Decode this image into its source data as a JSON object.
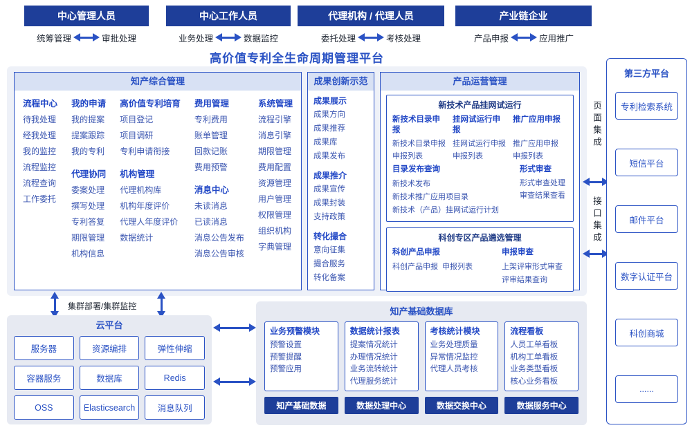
{
  "colors": {
    "navy": "#1e3e99",
    "accent": "#2a52c4"
  },
  "title": "高价值专利全生命周期管理平台",
  "roles": [
    {
      "name": "中心管理人员",
      "left": "统筹管理",
      "right": "审批处理"
    },
    {
      "name": "中心工作人员",
      "left": "业务处理",
      "right": "数据监控"
    },
    {
      "name": "代理机构 / 代理人员",
      "left": "委托处理",
      "right": "考核处理"
    },
    {
      "name": "产业链企业",
      "left": "产品申报",
      "right": "应用推广"
    }
  ],
  "ipm": {
    "title": "知产综合管理",
    "cols": [
      {
        "groups": [
          {
            "h": "流程中心",
            "items": [
              "待我处理",
              "经我处理",
              "我的监控",
              "流程监控",
              "流程查询",
              "工作委托"
            ]
          }
        ]
      },
      {
        "groups": [
          {
            "h": "我的申请",
            "items": [
              "我的提案",
              "提案跟踪",
              "我的专利"
            ]
          },
          {
            "h": "代理协同",
            "items": [
              "委案处理",
              "撰写处理",
              "专利答复",
              "期限管理",
              "机构信息"
            ]
          }
        ]
      },
      {
        "groups": [
          {
            "h": "高价值专利培育",
            "items": [
              "项目登记",
              "项目调研",
              "专利申请衔接"
            ]
          },
          {
            "h": "机构管理",
            "items": [
              "代理机构库",
              "机构年度评价",
              "代理人年度评价",
              "数据统计"
            ]
          }
        ]
      },
      {
        "groups": [
          {
            "h": "费用管理",
            "items": [
              "专利费用",
              "账单管理",
              "回款记账",
              "费用预警"
            ]
          },
          {
            "h": "消息中心",
            "items": [
              "未读消息",
              "已读消息",
              "消息公告发布",
              "消息公告审核"
            ]
          }
        ]
      },
      {
        "groups": [
          {
            "h": "系统管理",
            "items": [
              "流程引擎",
              "消息引擎",
              "期限管理",
              "费用配置",
              "资源管理",
              "用户管理",
              "权限管理",
              "组织机构",
              "字典管理"
            ]
          }
        ]
      }
    ]
  },
  "ach": {
    "title": "成果创新示范",
    "groups": [
      {
        "h": "成果展示",
        "items": [
          "成果方向",
          "成果推荐",
          "成果库",
          "成果发布"
        ]
      },
      {
        "h": "成果推介",
        "items": [
          "成果宣传",
          "成果封装",
          "支持政策"
        ]
      },
      {
        "h": "转化撮合",
        "items": [
          "意向征集",
          "撮合服务",
          "转化备案"
        ]
      }
    ]
  },
  "ops": {
    "title": "产品运营管理",
    "panel1": {
      "title": "新技术产品挂网试运行",
      "row1": [
        {
          "h": "新技术目录申报",
          "items": [
            "新技术目录申报",
            "申报列表"
          ]
        },
        {
          "h": "挂网试运行申报",
          "items": [
            "挂网试运行申报",
            "申报列表"
          ]
        },
        {
          "h": "推广应用申报",
          "items": [
            "推广应用申报",
            "申报列表"
          ]
        }
      ],
      "row2": [
        {
          "h": "目录发布查询",
          "items": [
            "新技术发布",
            "新技术推广应用项目录",
            "新技术（产品）挂网试运行计划"
          ]
        },
        {
          "h": "形式审查",
          "items": [
            "形式审查处理",
            "审查结果查看"
          ]
        }
      ]
    },
    "panel2": {
      "title": "科创专区产品遴选管理",
      "cols": [
        {
          "h": "科创产品申报",
          "items": [
            "科创产品申报",
            "申报列表"
          ]
        },
        {
          "h": "申报审查",
          "items": [
            "上架评审形式审查",
            "评审结果查询"
          ]
        }
      ]
    }
  },
  "tp": {
    "title": "第三方平台",
    "items": [
      "专利检索系统",
      "短信平台",
      "邮件平台",
      "数字认证平台",
      "科创商城",
      "......"
    ]
  },
  "integration": {
    "page": "页面集成",
    "api": "接口集成"
  },
  "cluster": "集群部署/集群监控",
  "cloud": {
    "title": "云平台",
    "items": [
      "服务器",
      "资源编排",
      "弹性伸缩",
      "容器服务",
      "数据库",
      "Redis",
      "OSS",
      "Elasticsearch",
      "消息队列"
    ]
  },
  "db": {
    "title": "知产基础数据库",
    "cols": [
      {
        "h": "业务预警模块",
        "items": [
          "预警设置",
          "预警提醒",
          "预警应用"
        ]
      },
      {
        "h": "数据统计报表",
        "items": [
          "提案情况统计",
          "办理情况统计",
          "业务流转统计",
          "代理服务统计"
        ]
      },
      {
        "h": "考核统计模块",
        "items": [
          "业务处理质量",
          "异常情况监控",
          "代理人员考核"
        ]
      },
      {
        "h": "流程看板",
        "items": [
          "人员工单看板",
          "机构工单看板",
          "业务类型看板",
          "核心业务看板"
        ]
      }
    ],
    "bottom": [
      "知产基础数据",
      "数据处理中心",
      "数据交换中心",
      "数据服务中心"
    ]
  }
}
